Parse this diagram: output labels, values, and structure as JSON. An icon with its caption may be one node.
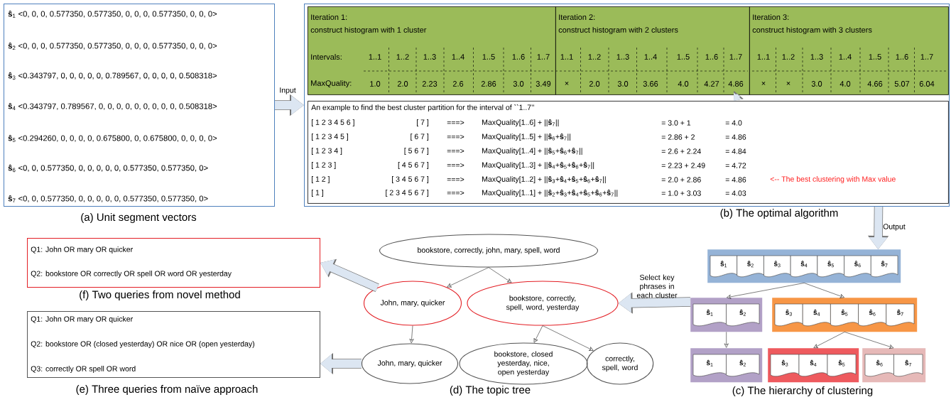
{
  "diagram": {
    "nodes": [
      {
        "text": [
          "**ŝ**$_{1}$ <0, 0, 0, 0.577350, 0.577350, 0, 0, 0, 0.577350, 0, 0, 0>",
          "**ŝ**$_{2}$ <0, 0, 0, 0.577350, 0.577350, 0, 0, 0, 0.577350, 0, 0, 0>",
          "**ŝ**$_{3}$ <0.343797, 0, 0, 0, 0, 0, 0.789567, 0, 0, 0, 0, 0.508318>",
          "**ŝ**$_{4}$ <0.343797, 0.789567, 0, 0, 0, 0, 0, 0, 0, 0, 0, 0.508318>",
          "**ŝ**$_{5}$ <0.294260, 0, 0, 0, 0, 0.675800, 0, 0.675800, 0, 0, 0, 0>",
          "**ŝ**$_{6}$ <0, 0, 0.577350, 0, 0, 0, 0, 0, 0.577350, 0.577350, 0>",
          "**ŝ**$_{7}$ <0, 0, 0.577350, 0, 0, 0, 0, 0, 0.577350, 0.577350, 0>"
        ],
        "beside": [
          "(a) Unit segment vectors"
        ]
      },
      {
        "text": [],
        "shape": "box",
        "beside": [
          "(b) The optimal algorithm"
        ]
      },
      {
        "text": [
          "Iteration 1:",
          "construct histogram with 1 cluster",
          "Intervals:",
          "1..1",
          "1..2",
          "1..3",
          "1..4",
          "1..5",
          "1..6",
          "1..7",
          "MaxQuality:",
          "1.0",
          "2.0",
          "2.23",
          "2.6",
          "2.86",
          "3.0",
          "3.49"
        ],
        "in": 1
      },
      {
        "text": [
          "Iteration 2:",
          "construct histogram with 2 clusters",
          "1..1",
          "1..2",
          "1..3",
          "1..4",
          "1..5",
          "1..6",
          "1..7",
          "×",
          "2.0",
          "3.0",
          "3.66",
          "4.0",
          "4.27",
          "4.86"
        ],
        "in": 1
      },
      {
        "text": [
          "Iteration 3:",
          "construct histogram with 3 clusters",
          "1..1",
          "1..2",
          "1..3",
          "1..4",
          "1..5",
          "1..6",
          "1..7",
          "×",
          "×",
          "3.0",
          "4.0",
          "4.66",
          "5.07",
          "6.04"
        ],
        "in": 1
      },
      {
        "text": [
          "An example to find the best cluster partition for the interval of ``1..7’’",
          "[ 1 2 3 4 5 6 ]",
          "[ 7 ]",
          "===>",
          "MaxQuality[1..6] + ||**ŝ**$_{7}$||",
          "= 3.0 + 1",
          "= 4.0",
          "[ 1 2 3 4 5 ]",
          "[ 6 7 ]",
          "===>",
          "MaxQuality[1..5] + ||**ŝ**$_{6}$+**ŝ**$_{7}$||",
          "= 2.86 + 2",
          "= 4.86",
          "[ 1 2 3 4 ]",
          "[ 5 6 7 ]",
          "===>",
          "MaxQuality[1..4] + ||**ŝ**$_{5}$+**ŝ**$_{6}$+**ŝ**$_{7}$||",
          "= 2.6 + 2.24",
          "= 4.84",
          "[ 1 2 3 ]",
          "[ 4 5 6 7 ]",
          "===>",
          "MaxQuality[1..3] + ||**ŝ**$_{4}$+**ŝ**$_{5}$+**ŝ**$_{6}$+**ŝ**$_{7}$||",
          "= 2.23 + 2.49",
          "= 4.72",
          "[ 1 2 ]",
          "[ 3 4 5 6 7 ]",
          "===>",
          "MaxQuality[1..2] + ||**ŝ**$_{3}$+**ŝ**$_{4}$+**ŝ**$_{5}$+**ŝ**$_{6}$+**ŝ**$_{7}$||",
          "= 2.0 + 2.86",
          "= 4.86",
          "[ 1 ]",
          "[ 2 3 4 5 6 7 ]",
          "===>",
          "MaxQuality[1..1] + ||**ŝ**$_{2}$+**ŝ**$_{3}$+**ŝ**$_{4}$+**ŝ**$_{5}$+**ŝ**$_{6}$+**ŝ**$_{7}$||",
          "= 1.0 + 3.03",
          "= 4.03",
          "<-- The best clustering with Max value"
        ],
        "in": 1
      },
      {
        "text": [],
        "shape": "box"
      },
      {
        "text": [
          "**ŝ**$_{1}$"
        ],
        "in": 6
      },
      {
        "text": [
          "**ŝ**$_{2}$"
        ],
        "in": 6
      },
      {
        "text": [
          "**ŝ**$_{3}$"
        ],
        "in": 6
      },
      {
        "text": [
          "**ŝ**$_{4}$"
        ],
        "in": 6
      },
      {
        "text": [
          "**ŝ**$_{5}$"
        ],
        "in": 6
      },
      {
        "text": [
          "**ŝ**$_{6}$"
        ],
        "in": 6
      },
      {
        "text": [
          "**ŝ**$_{7}$"
        ],
        "in": 6
      },
      {
        "text": [
          "Q1: John OR mary OR quicker",
          "Q2: bookstore OR correctly OR spell OR word OR yesterday"
        ],
        "beside": [
          "(f) Two queries from novel method"
        ]
      },
      {
        "text": [
          "bookstore, correctly, john, mary, spell, word"
        ]
      },
      {
        "text": [
          "John, mary, quicker"
        ]
      },
      {
        "text": [
          "bookstore, correctly, spell, word, yesterday"
        ]
      },
      {
        "text": [],
        "shape": "box"
      },
      {
        "text": [
          "**ŝ**$_{1}$"
        ],
        "in": 18
      },
      {
        "text": [
          "**ŝ**$_{2}$"
        ],
        "in": 18
      },
      {
        "text": [],
        "shape": "box"
      },
      {
        "text": [
          "**ŝ**$_{3}$"
        ],
        "in": 21
      },
      {
        "text": [
          "**ŝ**$_{4}$"
        ],
        "in": 21
      },
      {
        "text": [
          "**ŝ**$_{5}$"
        ],
        "in": 21
      },
      {
        "text": [
          "**ŝ**$_{6}$"
        ],
        "in": 21
      },
      {
        "text": [
          "**ŝ**$_{7}$"
        ],
        "in": 21
      },
      {
        "text": [
          "Q1: John OR mary OR quicker",
          "Q2: bookstore OR (closed yesterday) OR nice OR (open yesterday)",
          "Q3: correctly OR spell OR word"
        ],
        "beside": [
          "(e) Three queries from naïve approach"
        ]
      },
      {
        "text": [
          "John, mary, quicker"
        ]
      },
      {
        "text": [
          "bookstore, closed yesterday, nice, open yesterday"
        ]
      },
      {
        "text": [
          "correctly, spell, word"
        ]
      },
      {
        "text": [],
        "shape": "box"
      },
      {
        "text": [
          "**ŝ**$_{1}$"
        ],
        "in": 31
      },
      {
        "text": [
          "**ŝ**$_{2}$"
        ],
        "in": 31
      },
      {
        "text": [],
        "shape": "box"
      },
      {
        "text": [
          "**ŝ**$_{3}$"
        ],
        "in": 34
      },
      {
        "text": [
          "**ŝ**$_{4}$"
        ],
        "in": 34
      },
      {
        "text": [
          "**ŝ**$_{5}$"
        ],
        "in": 34
      },
      {
        "text": [],
        "shape": "box"
      },
      {
        "text": [
          "**ŝ**$_{6}$"
        ],
        "in": 38
      },
      {
        "text": [
          "**ŝ**$_{7}$"
        ],
        "in": 38
      }
    ],
    "edges": [
      {
        "from": 0,
        "to": 1,
        "arrow": "to",
        "label": "Input",
        "style": "thick",
        "color": "#dce6f2"
      },
      {
        "from": 3,
        "to": 5,
        "arrow": "to",
        "style": "thick",
        "color": "#dce6f2"
      },
      {
        "from": 1,
        "to": 6,
        "arrow": "to",
        "label": "Output",
        "style": "thick",
        "color": "#dce6f2"
      },
      {
        "from": 6,
        "to": 18,
        "arrow": "to"
      },
      {
        "from": 6,
        "to": 21,
        "arrow": "to"
      },
      {
        "from": 18,
        "to": 31,
        "arrow": "to"
      },
      {
        "from": 21,
        "to": 34,
        "arrow": "to"
      },
      {
        "from": 21,
        "to": 38,
        "arrow": "to"
      },
      {
        "from": 18,
        "to": 17,
        "arrow": "to",
        "label": "Select key phrases in each cluster",
        "style": "thick",
        "color": "#dce6f2"
      },
      {
        "from": 15,
        "to": 16,
        "arrow": "to"
      },
      {
        "from": 15,
        "to": 17,
        "arrow": "to"
      },
      {
        "from": 16,
        "to": 28,
        "arrow": "to"
      },
      {
        "from": 17,
        "to": 29,
        "arrow": "to"
      },
      {
        "from": 17,
        "to": 30,
        "arrow": "to"
      },
      {
        "from": 16,
        "to": 14,
        "arrow": "to",
        "style": "thick",
        "color": "#dce6f2"
      },
      {
        "from": 28,
        "to": 27,
        "arrow": "to",
        "style": "thick",
        "color": "#dce6f2"
      }
    ],
    "labels": [
      "(c) The hierarchy of clustering",
      "(d) The topic tree"
    ]
  }
}
